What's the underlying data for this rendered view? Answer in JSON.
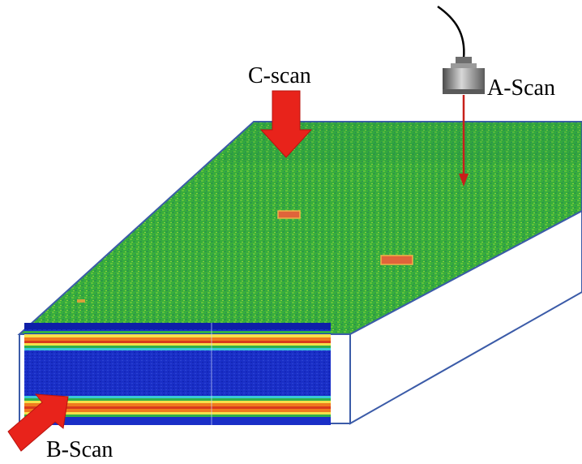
{
  "diagram": {
    "labels": {
      "c_scan": "C-scan",
      "a_scan": "A-Scan",
      "b_scan": "B-Scan"
    },
    "colors": {
      "top_surface": "#33a83a",
      "top_speckle": "#7ccf3a",
      "edge_blue": "#3b5ba8",
      "side_face": "#ffffff",
      "bscan_blue": "#1428c8",
      "bscan_orange": "#f07a1e",
      "bscan_yellow": "#f5e04a",
      "bscan_red": "#d93a1c",
      "arrow_red": "#e8231b",
      "probe_metal": "#8a8a8a",
      "defect": "#e0643a"
    },
    "icons": [
      "transducer-probe-icon",
      "downward-arrow-icon",
      "diagonal-arrow-icon"
    ]
  }
}
